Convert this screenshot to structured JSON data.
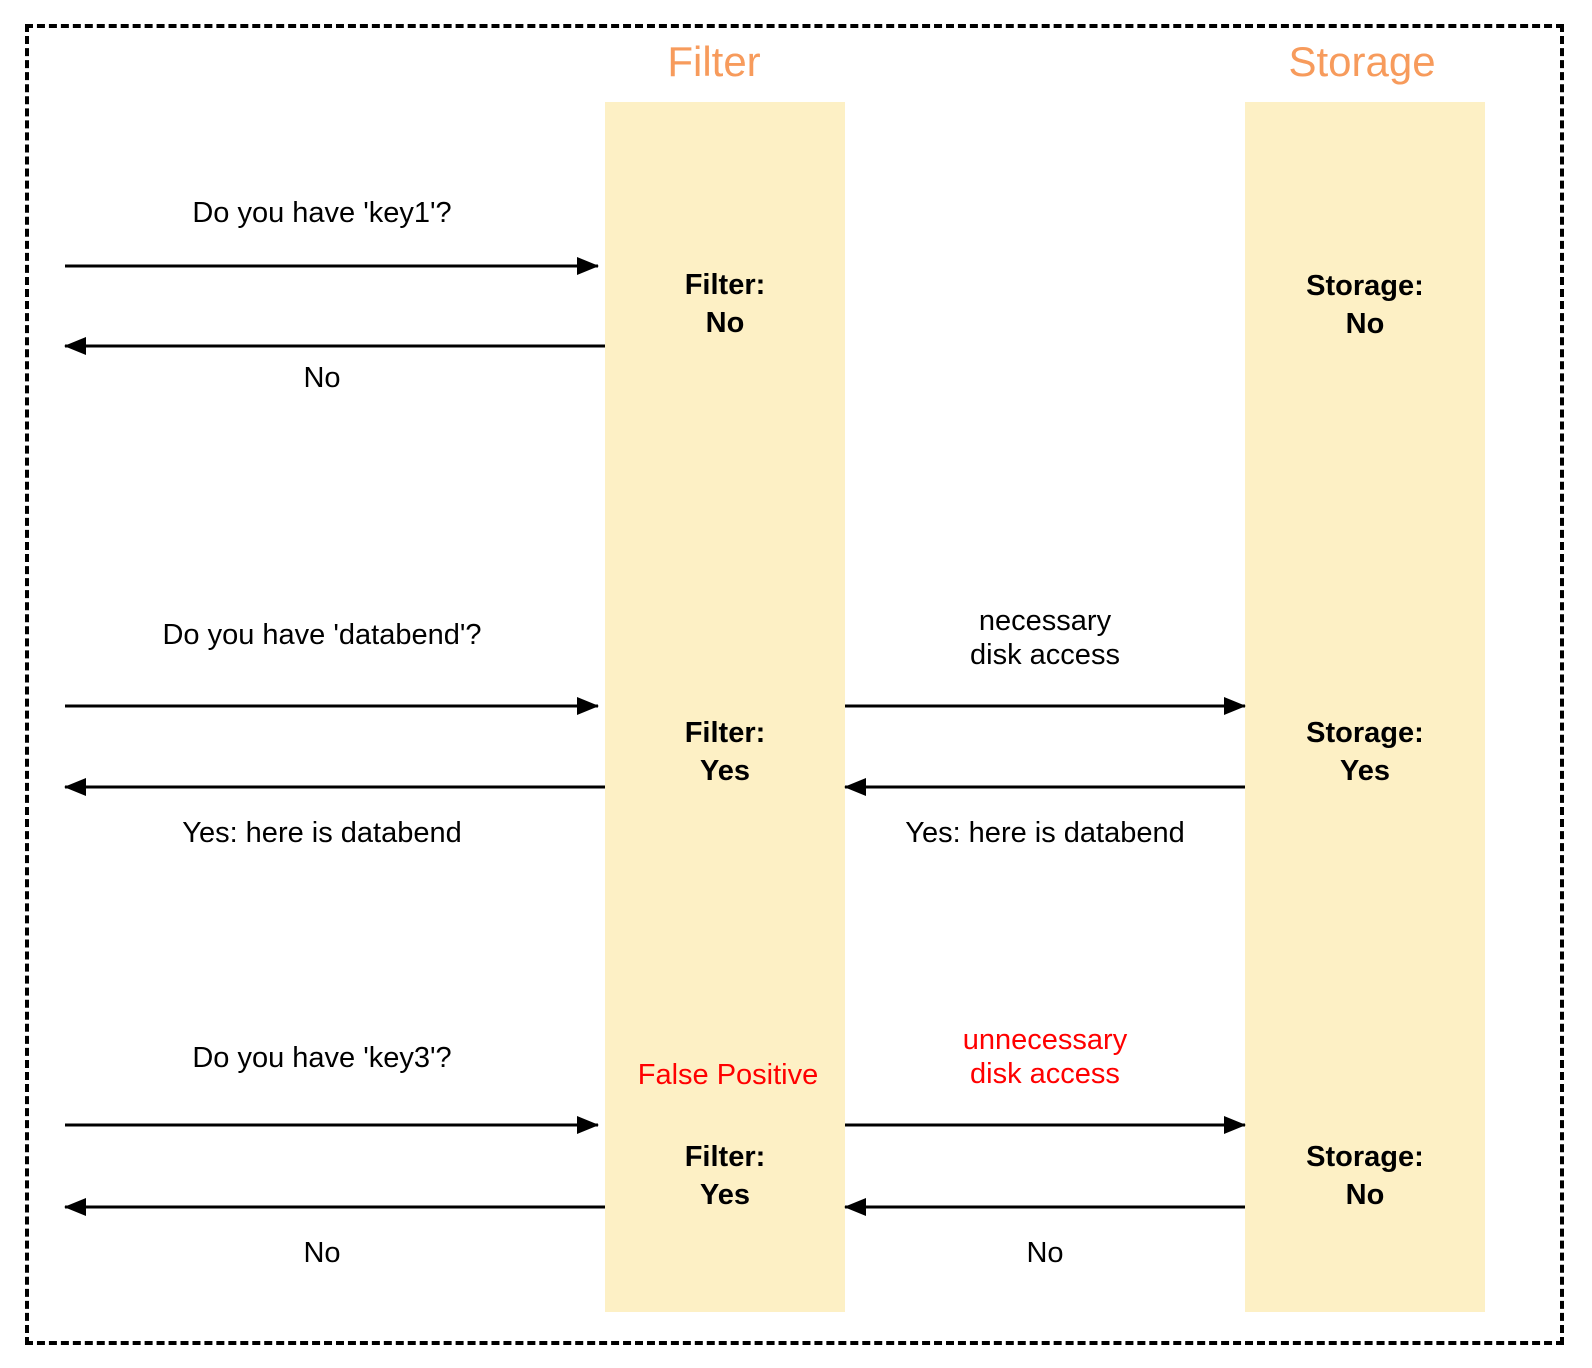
{
  "colors": {
    "lane_title": "#F79B5C",
    "lifeline_fill": "#FDF0C5",
    "alert": "#FF0000",
    "line": "#000000"
  },
  "lanes": {
    "filter": "Filter",
    "storage": "Storage"
  },
  "scenarios": [
    {
      "key": "key1",
      "question": "Do you have 'key1'?",
      "client_response": "No",
      "filter_state": {
        "label": "Filter:",
        "value": "No"
      },
      "storage_state": {
        "label": "Storage:",
        "value": "No"
      }
    },
    {
      "key": "databend",
      "question": "Do you have 'databend'?",
      "client_response": "Yes: here is databend",
      "filter_state": {
        "label": "Filter:",
        "value": "Yes"
      },
      "storage_state": {
        "label": "Storage:",
        "value": "Yes"
      },
      "disk_note": {
        "line1": "necessary",
        "line2": "disk access"
      },
      "storage_response": "Yes: here is databend"
    },
    {
      "key": "key3",
      "question": "Do you have 'key3'?",
      "client_response": "No",
      "false_positive": "False Positive",
      "filter_state": {
        "label": "Filter:",
        "value": "Yes"
      },
      "storage_state": {
        "label": "Storage:",
        "value": "No"
      },
      "disk_note": {
        "line1": "unnecessary",
        "line2": "disk access"
      },
      "storage_response": "No"
    }
  ]
}
